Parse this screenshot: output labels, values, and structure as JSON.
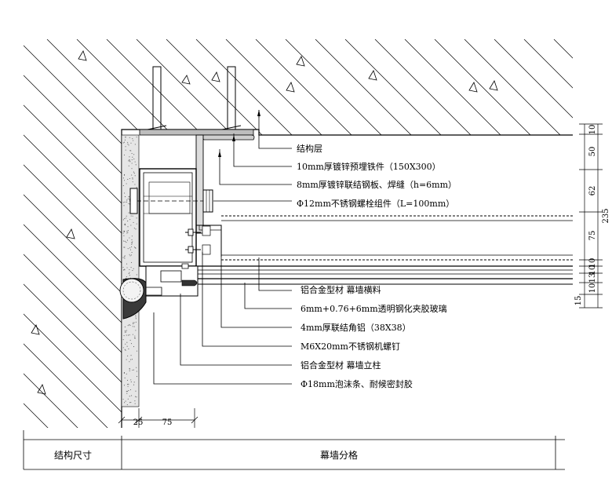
{
  "callouts_top": [
    "结构层",
    "10mm厚镀锌预埋铁件（150X300）",
    "8mm厚镀锌联结钢板、焊缝（h=6mm）",
    "Φ12mm不锈钢螺栓组件（L=100mm）"
  ],
  "callouts_bottom": [
    "铝合金型材  幕墙横料",
    "6mm+0.76+6mm透明钢化夹胶玻璃",
    "4mm厚联结角铝（38X38）",
    "M6X20mm不锈钢机螺钉",
    "铝合金型材  幕墙立柱",
    "Φ18mm泡沫条、耐候密封胶"
  ],
  "right_dims": [
    "10",
    "50",
    "62",
    "235",
    "75",
    "10",
    "10",
    "13",
    "10",
    "15"
  ],
  "bottom_dims": [
    "25",
    "75"
  ],
  "footer": {
    "left": "结构尺寸",
    "right": "幕墙分格"
  }
}
